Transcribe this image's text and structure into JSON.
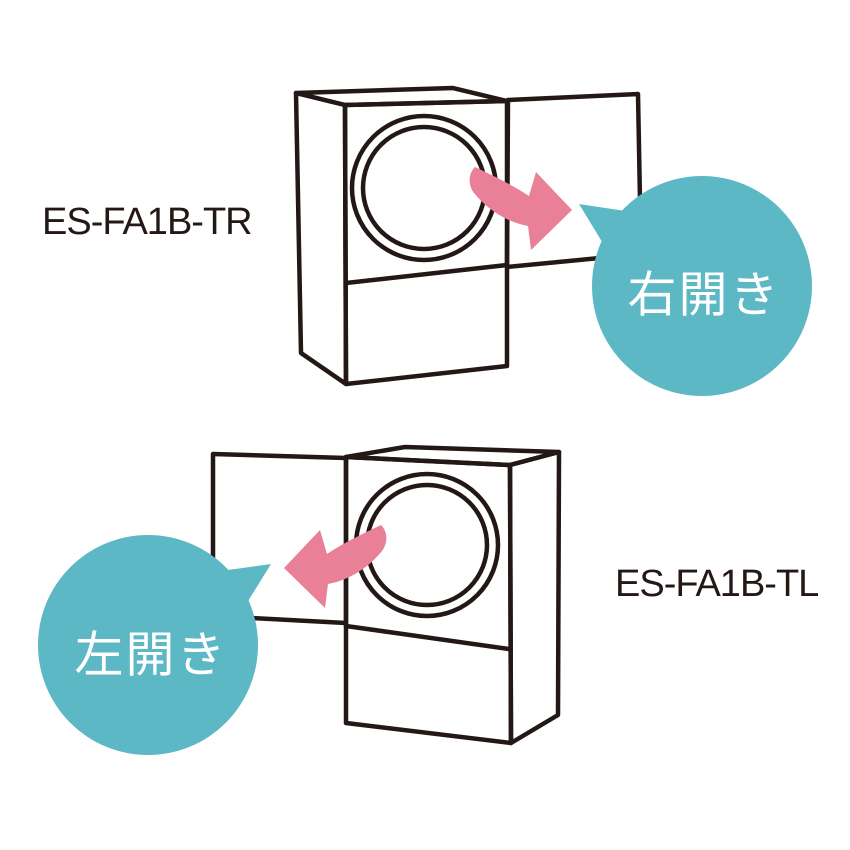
{
  "colors": {
    "background": "#ffffff",
    "line": "#231815",
    "label_text": "#231815",
    "accent_teal": "#5db8c5",
    "accent_pink": "#e98098",
    "bubble_text": "#ffffff"
  },
  "machines": [
    {
      "model": "ES-FA1B-TR",
      "bubble_label": "右開き",
      "arrow_direction": "right"
    },
    {
      "model": "ES-FA1B-TL",
      "bubble_label": "左開き",
      "arrow_direction": "left"
    }
  ]
}
